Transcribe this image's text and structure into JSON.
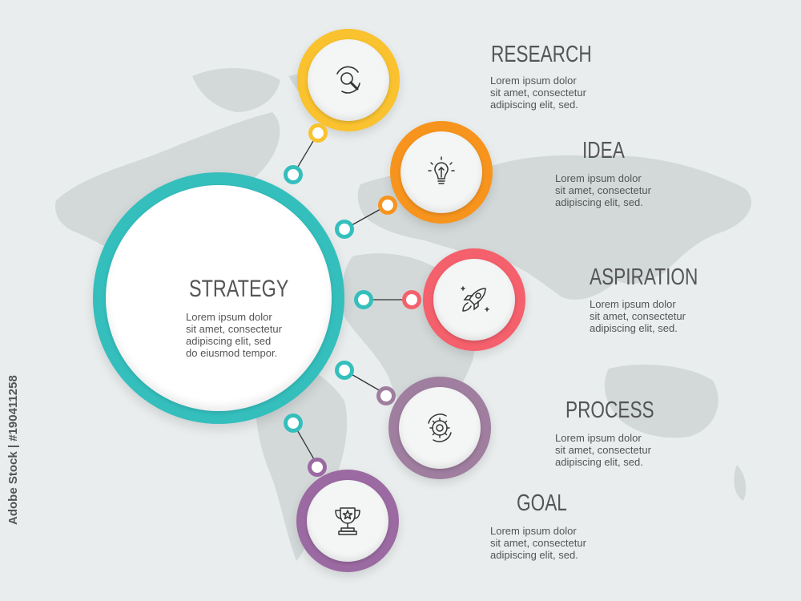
{
  "center": {
    "title": "STRATEGY",
    "text": "Lorem ipsum dolor\nsit amet, consectetur\nadipiscing elit, sed\ndo eiusmod tempor."
  },
  "steps": [
    {
      "title": "RESEARCH",
      "text": "Lorem ipsum dolor\nsit amet, consectetur\nadipiscing elit, sed.",
      "color": "#f9c22e",
      "icon": "magnifier-icon"
    },
    {
      "title": "IDEA",
      "text": "Lorem ipsum dolor\nsit amet, consectetur\nadipiscing elit, sed.",
      "color": "#f7941d",
      "icon": "lightbulb-icon"
    },
    {
      "title": "ASPIRATION",
      "text": "Lorem ipsum dolor\nsit amet, consectetur\nadipiscing elit, sed.",
      "color": "#f4606c",
      "icon": "rocket-icon"
    },
    {
      "title": "PROCESS",
      "text": "Lorem ipsum dolor\nsit amet, consectetur\nadipiscing elit, sed.",
      "color": "#9f7e9f",
      "icon": "gear-icon"
    },
    {
      "title": "GOAL",
      "text": "Lorem ipsum dolor\nsit amet, consectetur\nadipiscing elit, sed.",
      "color": "#9b6aa2",
      "icon": "trophy-icon"
    }
  ],
  "colors": {
    "center": "#34bfbd",
    "background": "#e9eded",
    "map": "#cfd6d6"
  },
  "stock_id": "Adobe Stock | #190411258"
}
